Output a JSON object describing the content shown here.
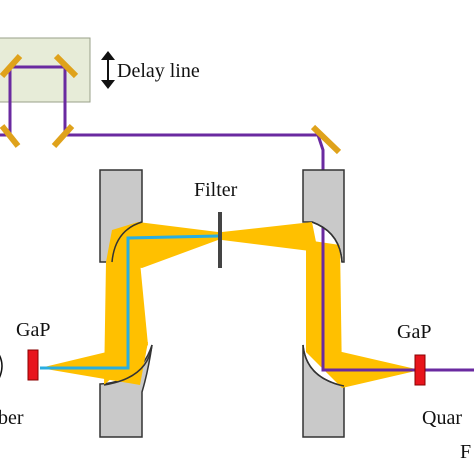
{
  "labels": {
    "delay_line": "Delay line",
    "filter": "Filter",
    "gap_left": "GaP",
    "gap_right": "GaP",
    "fiber_fragment": "ber",
    "quartz_fragment": "Quar",
    "edge_fragment": "F"
  },
  "colors": {
    "laser_beam": "#6a2aa0",
    "thz_beam": "#ffc000",
    "probe_beam": "#29aee0",
    "mirror": "#dfa21b",
    "parabolic_mirror": "#c9c9c9",
    "gap_crystal": "#e8141c",
    "delay_box": "#e7ecd8",
    "filter": "#444444"
  }
}
